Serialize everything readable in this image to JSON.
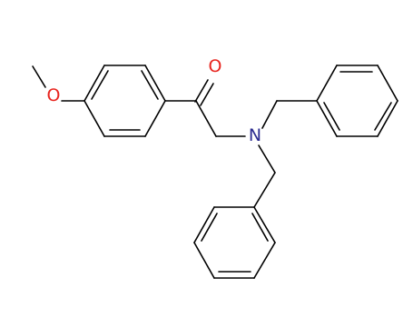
{
  "molecule": {
    "atom_labels": {
      "methoxy_oxygen": "O",
      "carbonyl_oxygen": "O",
      "amine_nitrogen": "N"
    },
    "colors": {
      "bond": "#000000",
      "oxygen": "#e8251f",
      "nitrogen": "#2b2b8f"
    }
  }
}
